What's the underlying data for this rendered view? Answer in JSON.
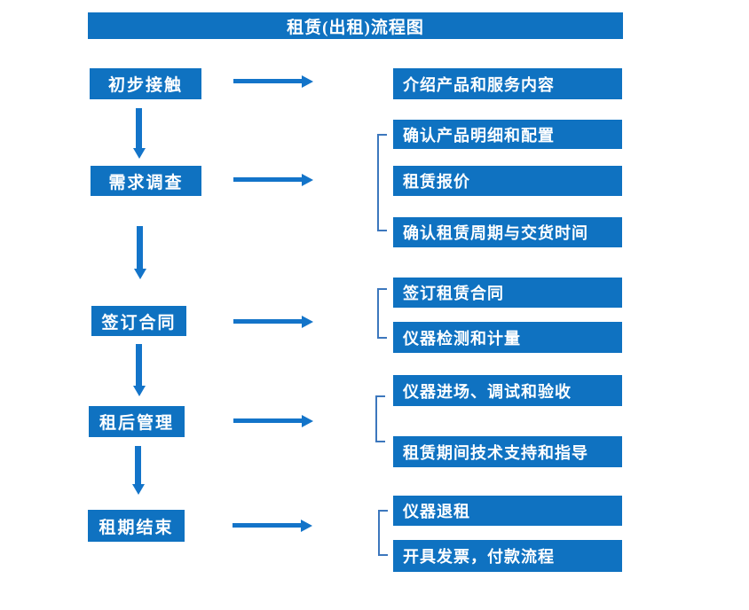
{
  "title": "租赁(出租)流程图",
  "colors": {
    "primary": "#0f72c1",
    "arrow": "#1374c9",
    "bracket": "#3c77bd",
    "text": "#ffffff",
    "background": "#ffffff"
  },
  "steps": [
    {
      "label": "初步接触",
      "details": [
        "介绍产品和服务内容"
      ]
    },
    {
      "label": "需求调查",
      "details": [
        "确认产品明细和配置",
        "租赁报价",
        "确认租赁周期与交货时间"
      ]
    },
    {
      "label": "签订合同",
      "details": [
        "签订租赁合同",
        "仪器检测和计量"
      ]
    },
    {
      "label": "租后管理",
      "details": [
        "仪器进场、调试和验收",
        "租赁期间技术支持和指导"
      ]
    },
    {
      "label": "租期结束",
      "details": [
        "仪器退租",
        "开具发票，付款流程"
      ]
    }
  ]
}
